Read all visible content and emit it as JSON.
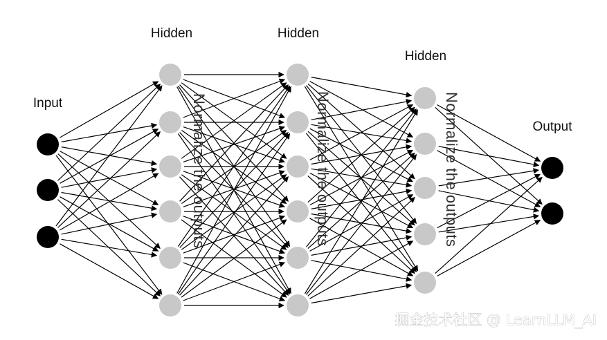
{
  "layers": [
    {
      "label": "Input",
      "kind": "input",
      "count": 3,
      "color": "#000000"
    },
    {
      "label": "Hidden",
      "kind": "hidden",
      "count": 6,
      "color": "#c8c8c8"
    },
    {
      "label": "Hidden",
      "kind": "hidden",
      "count": 6,
      "color": "#c8c8c8"
    },
    {
      "label": "Hidden",
      "kind": "hidden",
      "count": 5,
      "color": "#c8c8c8"
    },
    {
      "label": "Output",
      "kind": "output",
      "count": 2,
      "color": "#000000"
    }
  ],
  "normalize_label": "Normalize the outputs",
  "watermark": "掘金技术社区 @ LearnLLM_AI",
  "connection_color": "#000000"
}
